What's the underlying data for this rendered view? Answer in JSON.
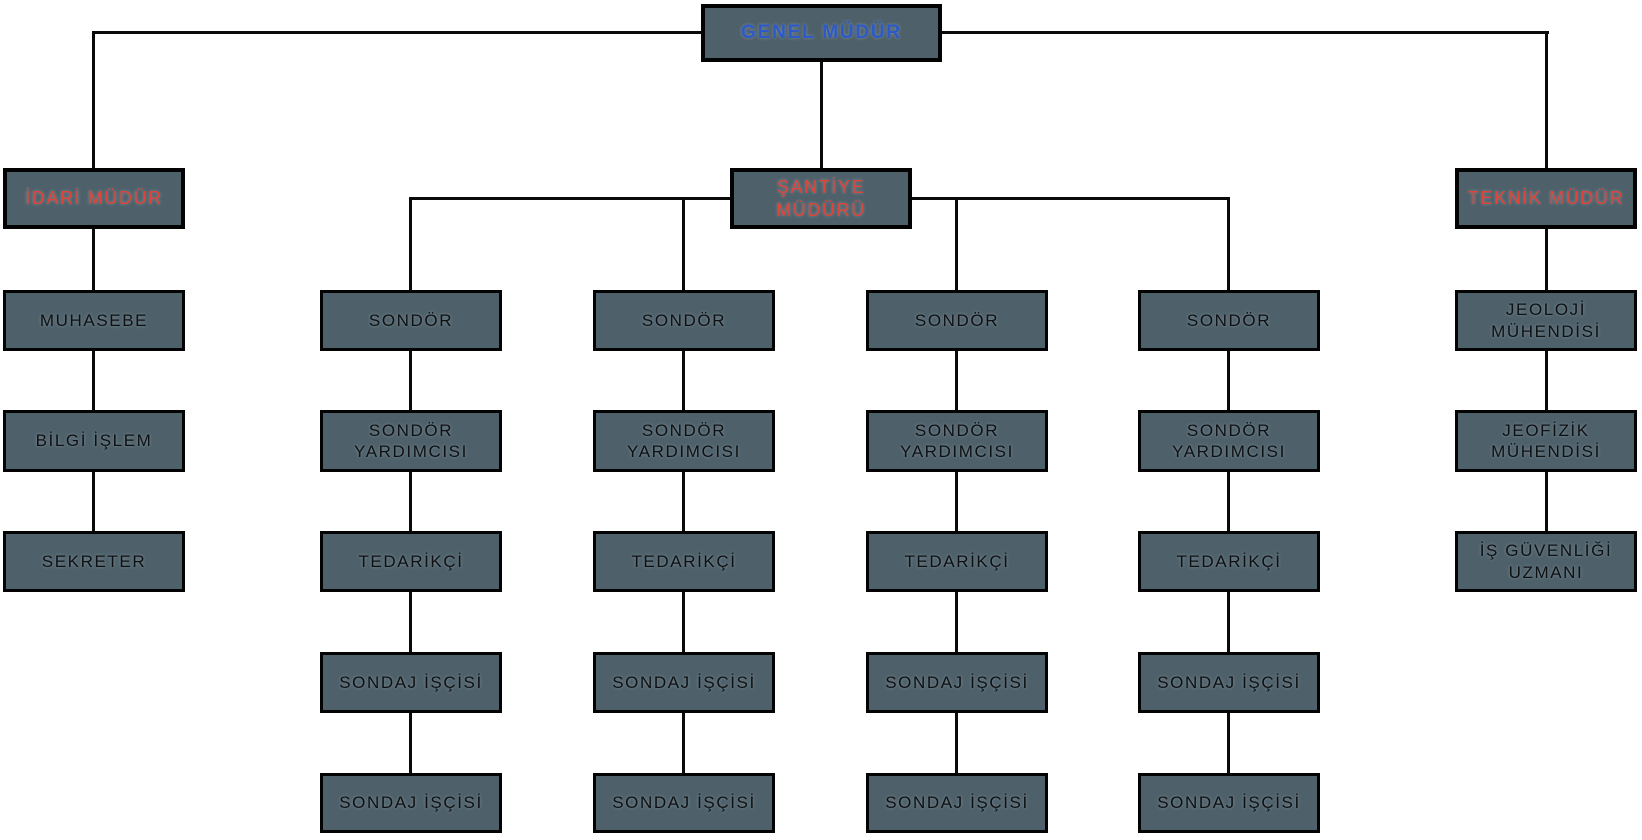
{
  "diagram": {
    "type": "org-chart",
    "root": {
      "label": "GENEL MÜDÜR"
    },
    "managers": [
      {
        "id": "idari",
        "label": "İDARİ MÜDÜR"
      },
      {
        "id": "santiye",
        "label": "ŞANTİYE MÜDÜRÜ"
      },
      {
        "id": "teknik",
        "label": "TEKNİK MÜDÜR"
      }
    ],
    "idari_children": [
      "MUHASEBE",
      "BİLGİ İŞLEM",
      "SEKRETER"
    ],
    "santiye_columns": 4,
    "santiye_chain": [
      "SONDÖR",
      "SONDÖR YARDIMCISI",
      "TEDARİKÇİ",
      "SONDAJ İŞÇİSİ",
      "SONDAJ İŞÇİSİ"
    ],
    "teknik_children": [
      "JEOLOJİ MÜHENDİSİ",
      "JEOFİZİK MÜHENDİSİ",
      "İŞ GÜVENLİĞİ UZMANI"
    ],
    "colors": {
      "background": "#FFFFFF",
      "box_fill": "#4E616B",
      "box_border": "#030303",
      "connector": "#0A0A0A",
      "text_default": "#0E1114",
      "text_root": "#2C5AC8",
      "text_manager": "#E04438"
    }
  }
}
